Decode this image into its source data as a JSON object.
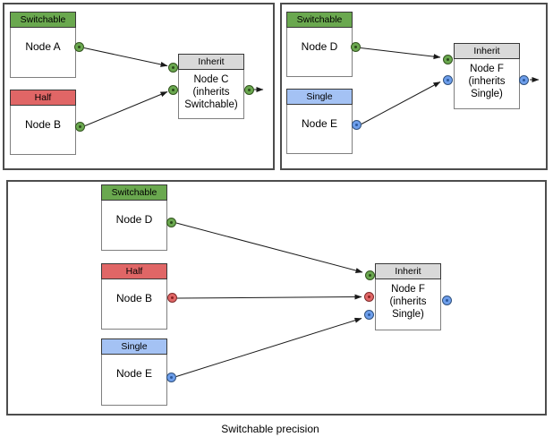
{
  "caption": "Switchable precision",
  "colors": {
    "switchable_green": "#6aa84f",
    "half_red": "#e06666",
    "single_blue": "#a4c2f4",
    "inherit_gray": "#d9d9d9",
    "port_green": "#6aa84f",
    "port_red": "#e06666",
    "port_blue": "#6d9eeb",
    "edge": "#1a1a1a"
  },
  "panels": {
    "top_left": {
      "node_a": {
        "header": "Switchable",
        "label": "Node A"
      },
      "node_b": {
        "header": "Half",
        "label": "Node B"
      },
      "node_c": {
        "header": "Inherit",
        "line1": "Node C",
        "line2": "(inherits",
        "line3": "Switchable)"
      }
    },
    "top_right": {
      "node_d": {
        "header": "Switchable",
        "label": "Node D"
      },
      "node_e": {
        "header": "Single",
        "label": "Node E"
      },
      "node_f": {
        "header": "Inherit",
        "line1": "Node F",
        "line2": "(inherits",
        "line3": "Single)"
      }
    },
    "bottom": {
      "node_d": {
        "header": "Switchable",
        "label": "Node D"
      },
      "node_b": {
        "header": "Half",
        "label": "Node B"
      },
      "node_e": {
        "header": "Single",
        "label": "Node E"
      },
      "node_f": {
        "header": "Inherit",
        "line1": "Node F",
        "line2": "(inherits",
        "line3": "Single)"
      }
    }
  }
}
